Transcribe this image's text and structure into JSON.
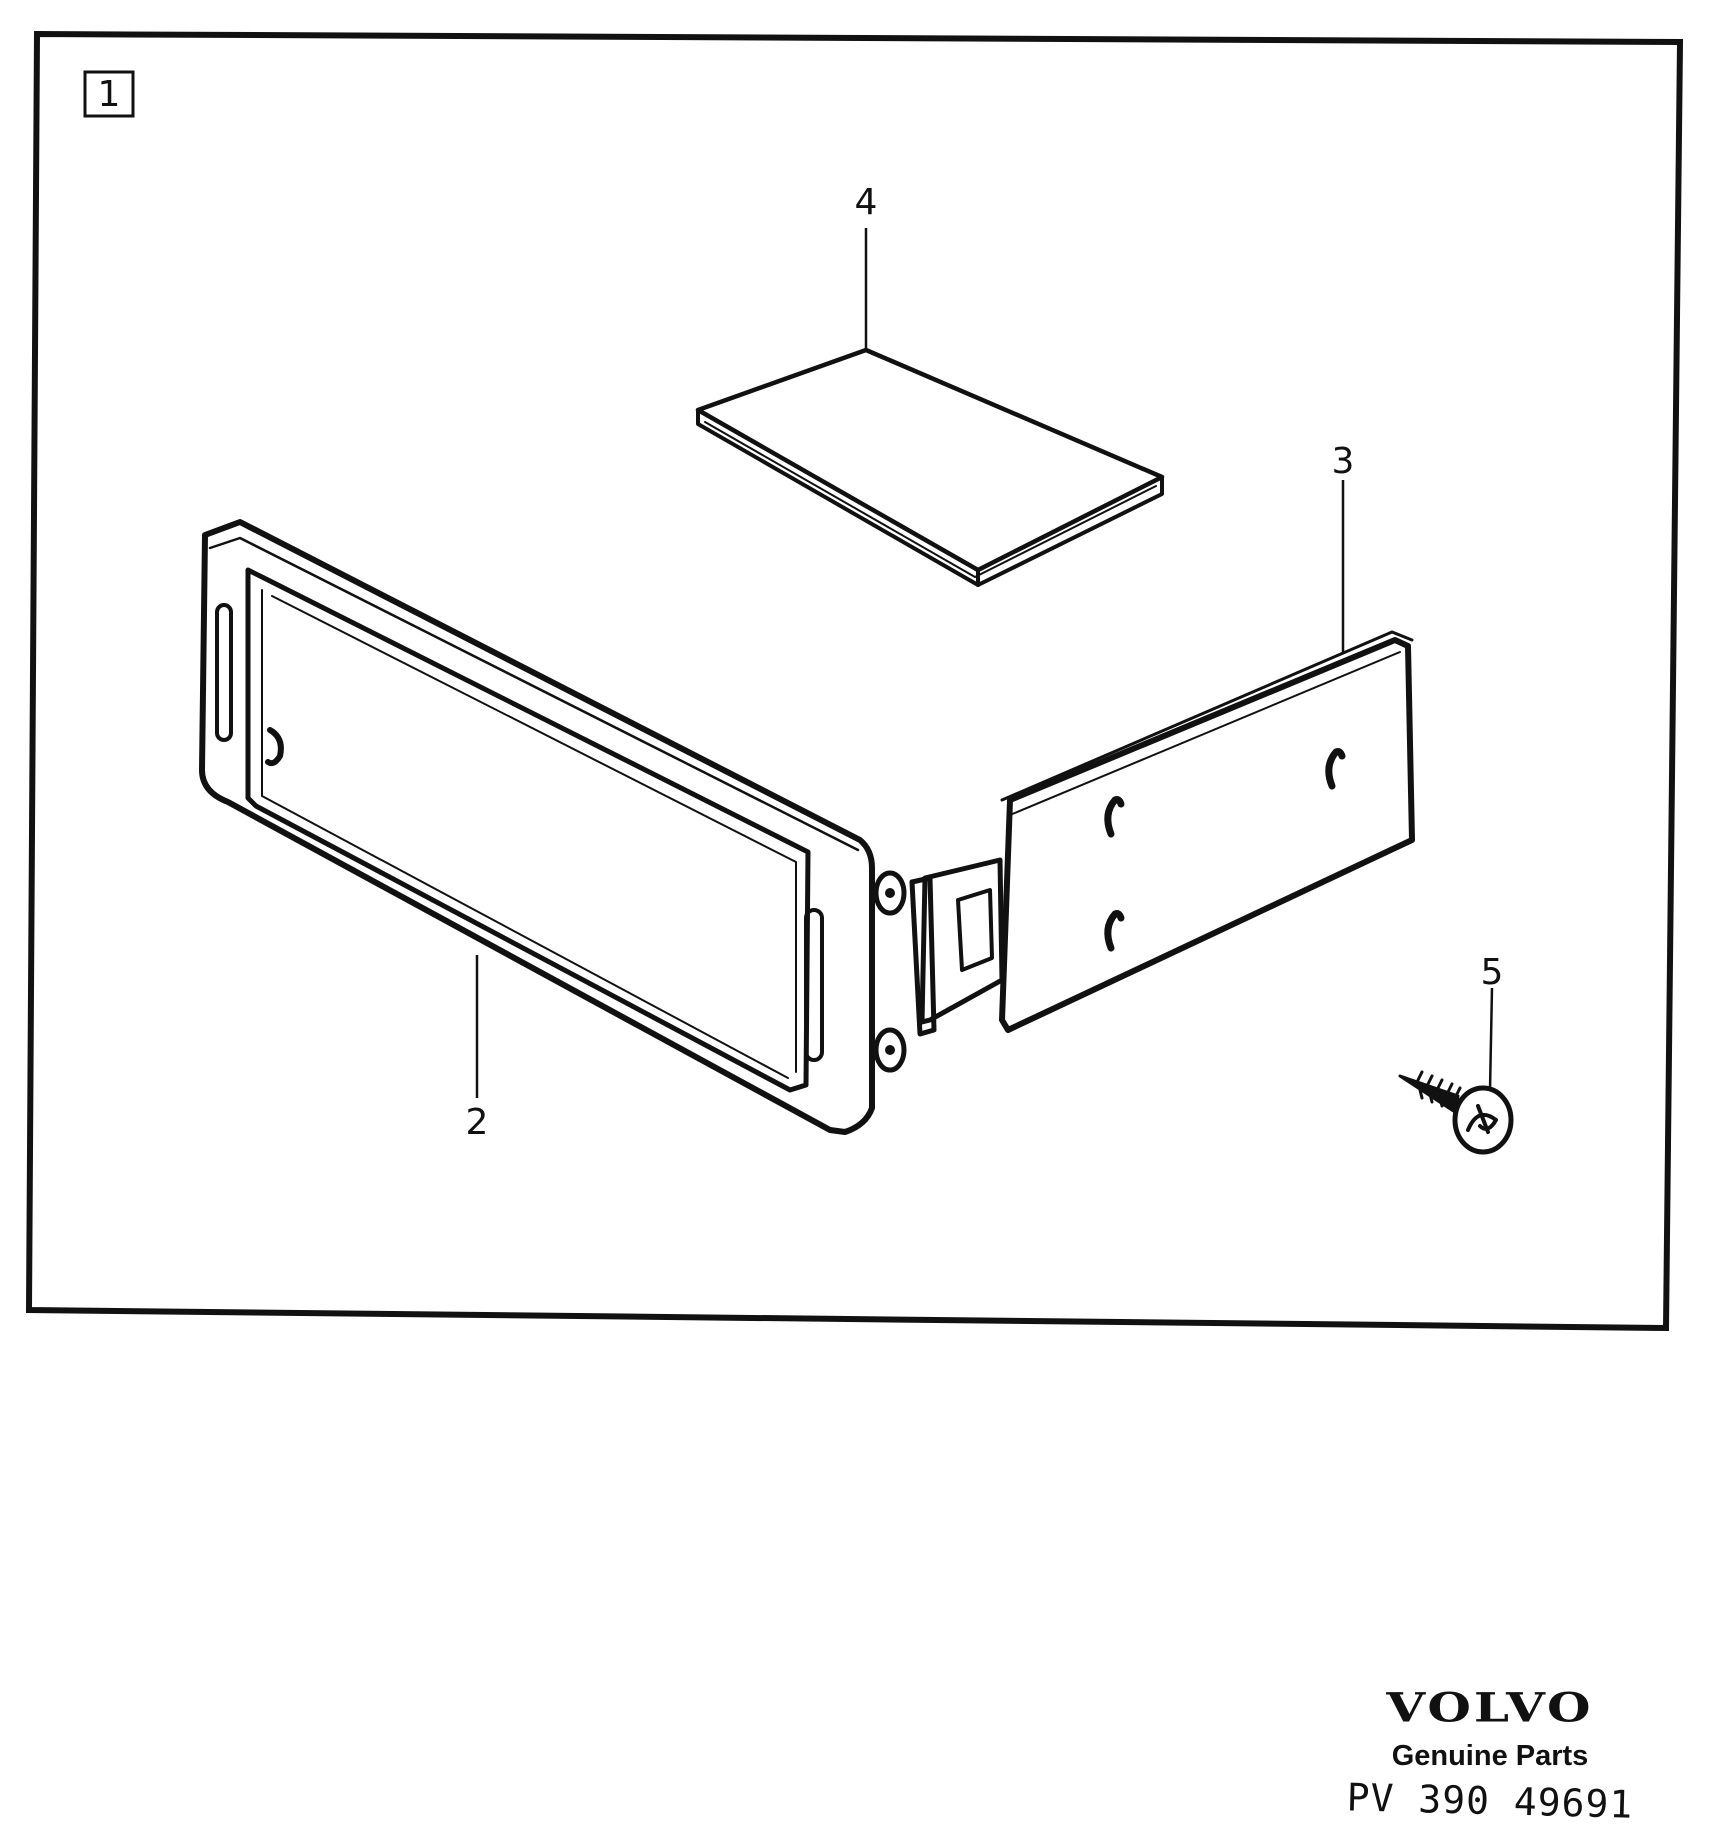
{
  "figure": {
    "group_number": "1",
    "callouts": {
      "housing": "2",
      "bulb_holder": "3",
      "lens": "4",
      "screw": "5"
    }
  },
  "footer": {
    "brand": "VOLVO",
    "tagline": "Genuine Parts",
    "part_number": "PV 390 49691"
  },
  "colors": {
    "ink": "#111111",
    "paper": "#ffffff"
  }
}
